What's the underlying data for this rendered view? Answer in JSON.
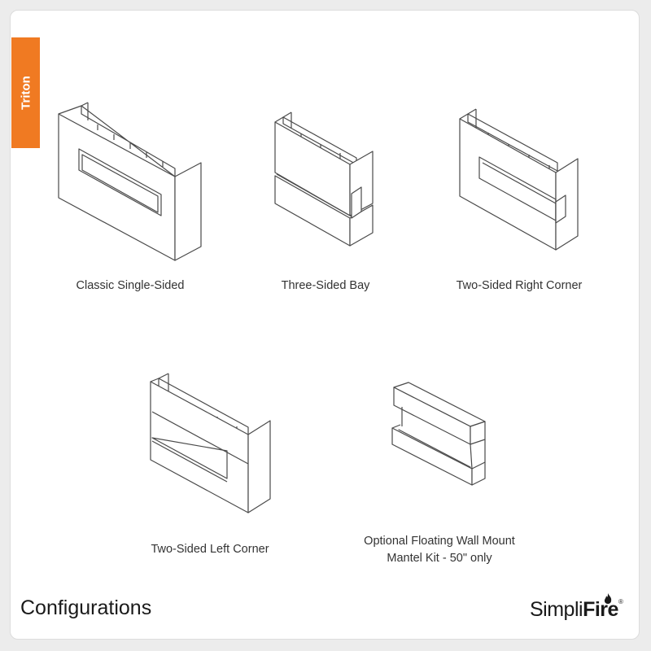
{
  "tab_label": "Triton",
  "configurations": [
    {
      "name": "Classic Single-Sided"
    },
    {
      "name": "Three-Sided Bay"
    },
    {
      "name": "Two-Sided Right Corner"
    },
    {
      "name": "Two-Sided Left Corner"
    },
    {
      "name_line1": "Optional Floating Wall Mount",
      "name_line2": "Mantel Kit - 50\" only"
    }
  ],
  "footer": {
    "title": "Configurations",
    "brand_light": "Simpli",
    "brand_bold": "Fire",
    "brand_reg": "®"
  },
  "colors": {
    "accent": "#f07a22",
    "line": "#4a4a4a"
  }
}
